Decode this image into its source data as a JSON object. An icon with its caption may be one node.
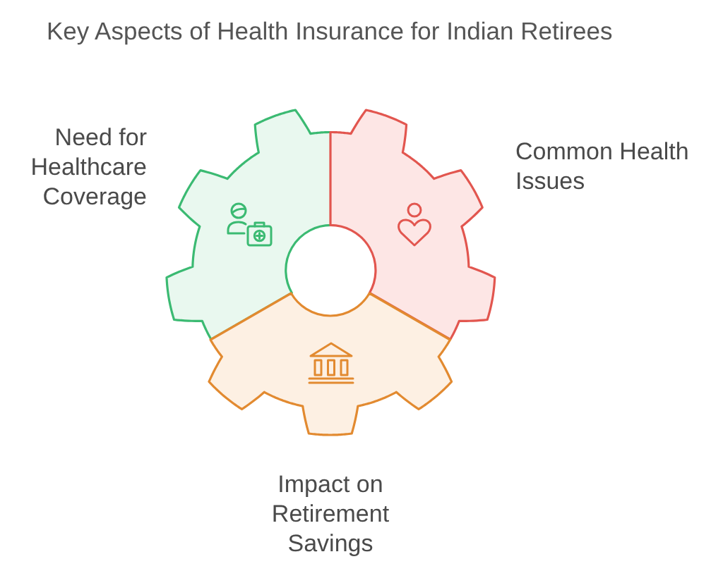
{
  "diagram": {
    "title": "Key Aspects of Health Insurance for Indian Retirees",
    "nodes": [
      {
        "text": [
          "Need for Healthcare Coverage"
        ]
      },
      {
        "text": [
          "Common Health Issues"
        ]
      },
      {
        "text": [
          "Impact on Retirement Savings"
        ]
      }
    ]
  }
}
